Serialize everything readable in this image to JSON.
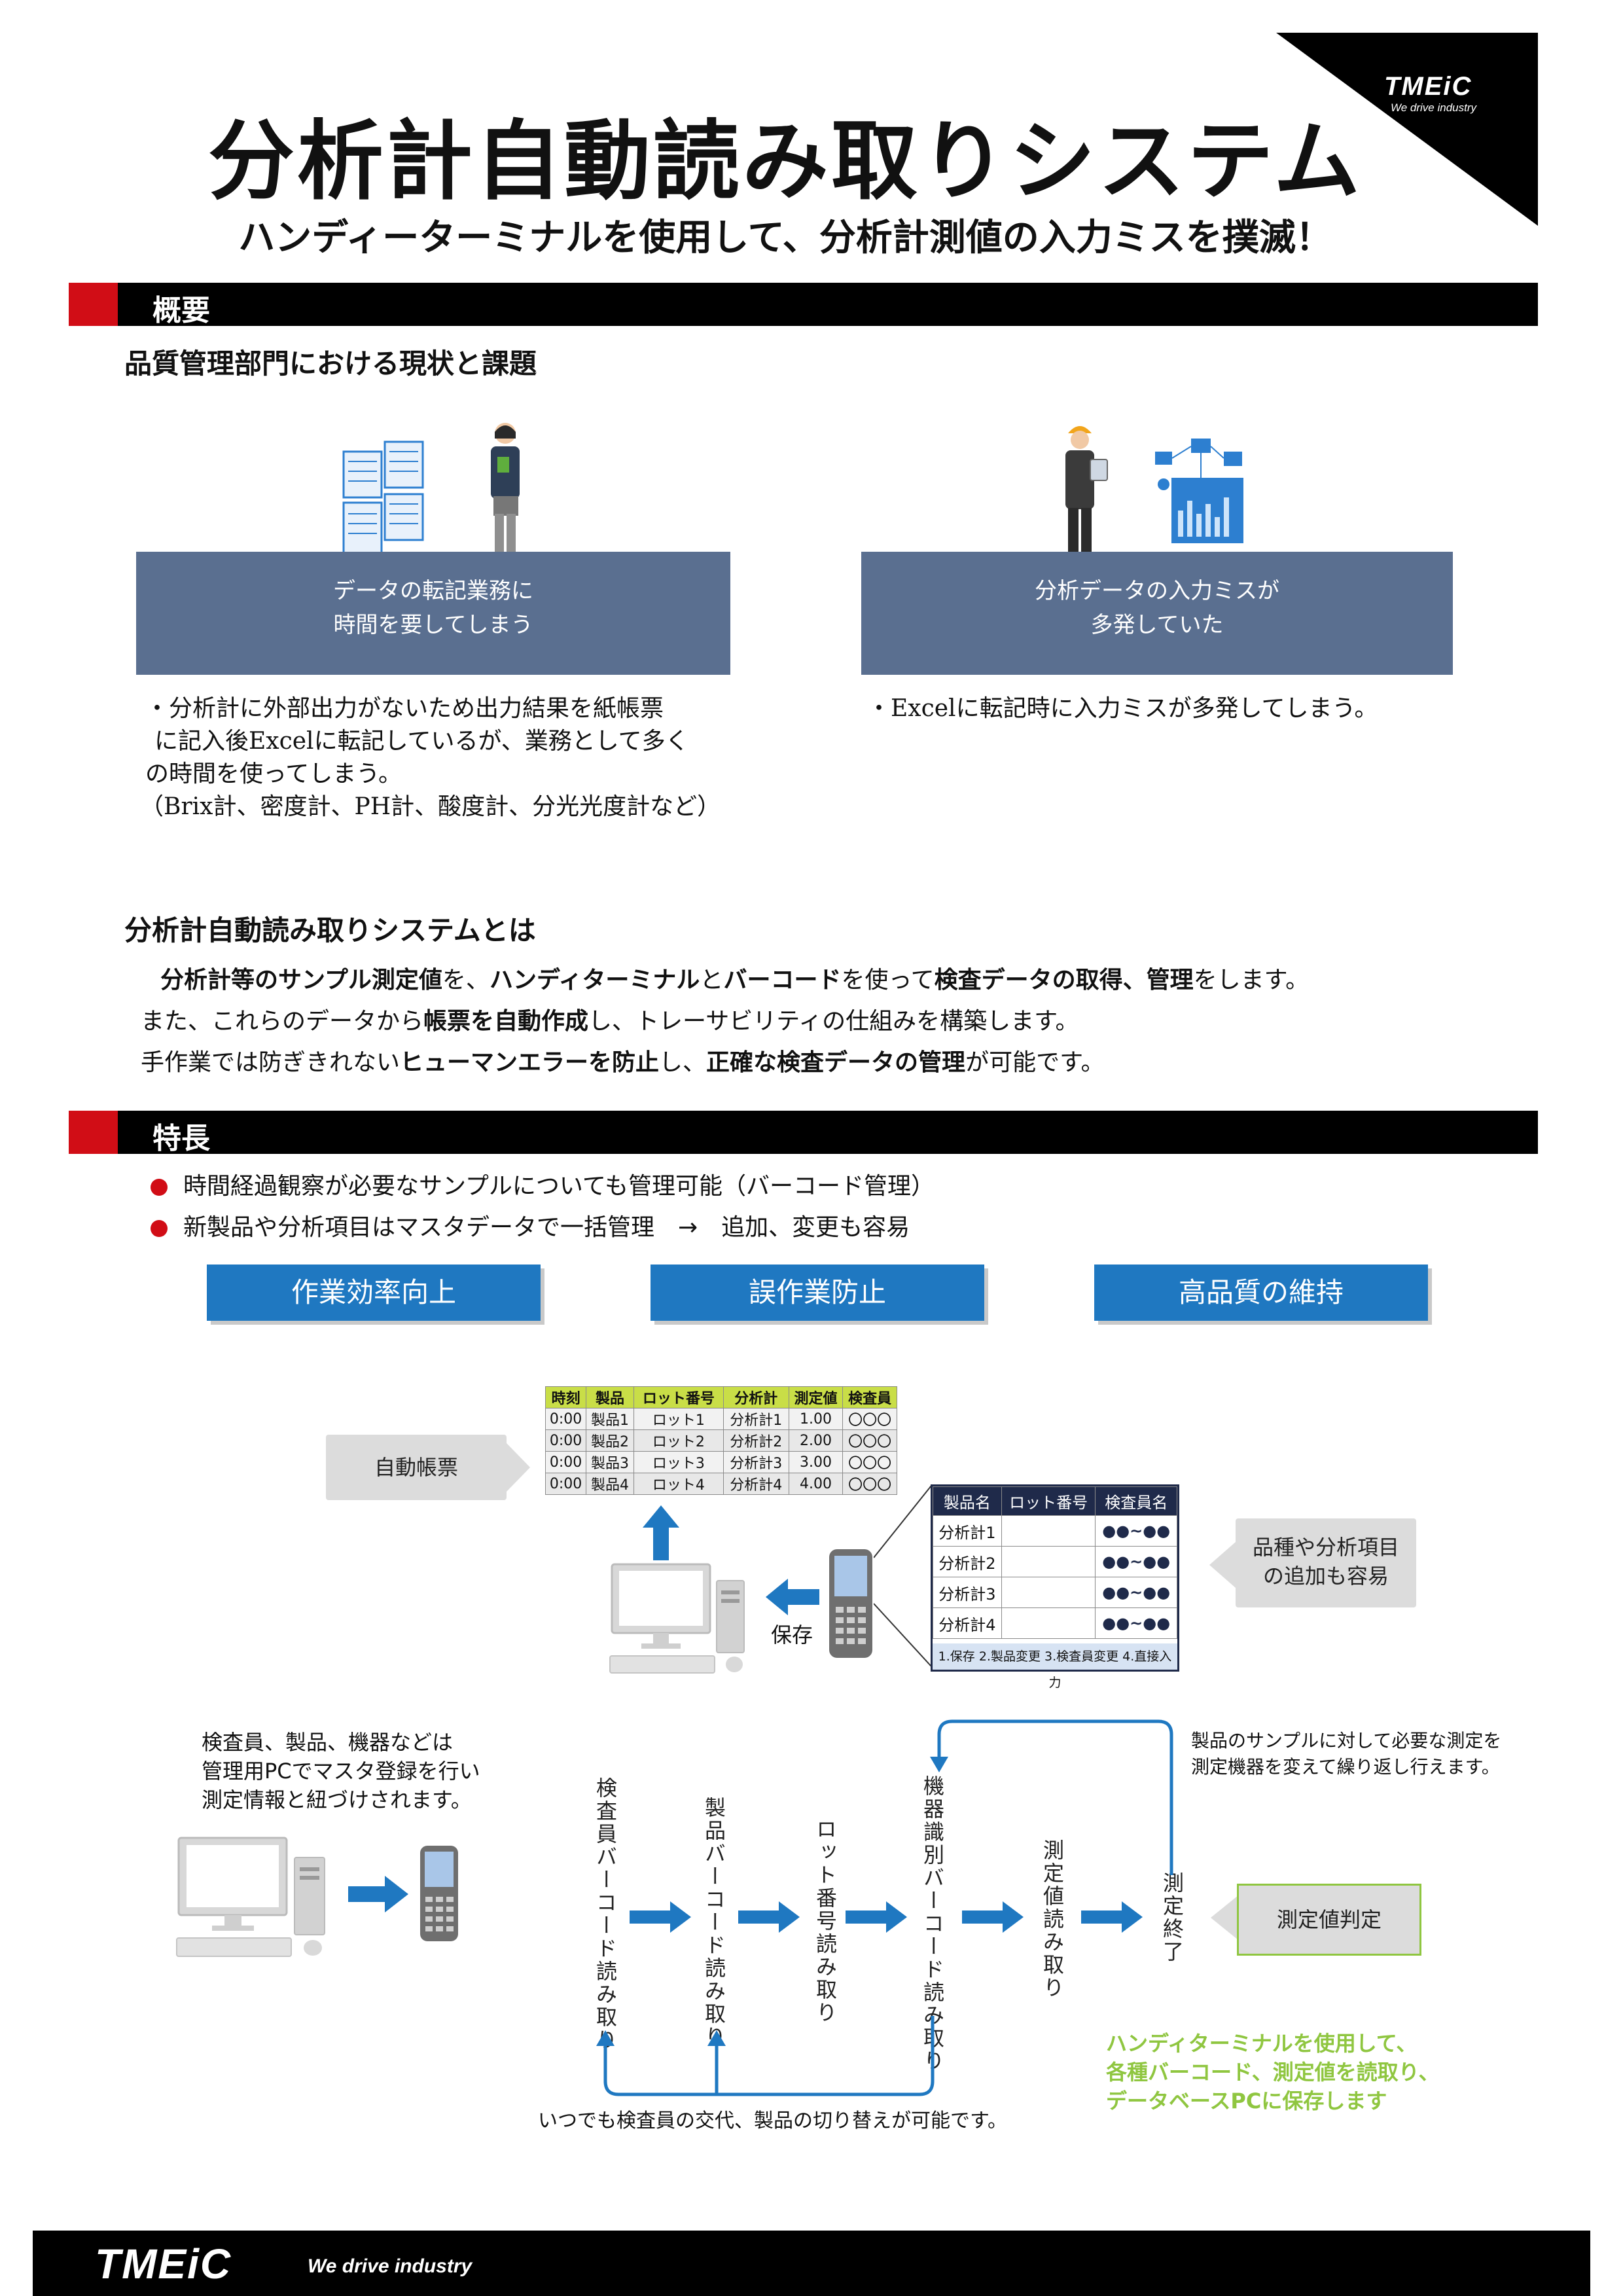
{
  "brand": {
    "logo": "TMEiC",
    "tagline": "We drive industry"
  },
  "header": {
    "title": "分析計自動読み取りシステム",
    "subtitle": "ハンディーターミナルを使用して、分析計測値の入力ミスを撲滅！"
  },
  "overview": {
    "label": "概要",
    "heading": "品質管理部門における現状と課題",
    "issue_left": {
      "box_line1": "データの転記業務に",
      "box_line2": "時間を要してしまう",
      "text": [
        "・分析計に外部出力がないため出力結果を紙帳票",
        "に記入後Excelに転記しているが、業務として多く",
        "の時間を使ってしまう。",
        "（Brix計、密度計、PH計、酸度計、分光光度計など）"
      ]
    },
    "issue_right": {
      "box_line1": "分析データの入力ミスが",
      "box_line2": "多発していた",
      "text": [
        "・Excelに転記時に入力ミスが多発してしまう。"
      ]
    },
    "system_heading": "分析計自動読み取りシステムとは",
    "system_lines": [
      [
        "分析計等のサンプル測定値",
        "を、",
        "ハンディターミナル",
        "と",
        "バーコード",
        "を使って",
        "検査データの取得、管理",
        "をします。"
      ],
      [
        "また、これらのデータから",
        "帳票を自動作成",
        "し、トレーサビリティの仕組みを構築します。"
      ],
      [
        "手作業では防ぎきれない",
        "ヒューマンエラーを防止",
        "し、",
        "正確な検査データの管理",
        "が可能です。"
      ]
    ]
  },
  "features": {
    "label": "特長",
    "bullets": [
      "時間経過観察が必要なサンプルについても管理可能（バーコード管理）",
      "新製品や分析項目はマスタデータで一括管理　→　追加、変更も容易"
    ],
    "boxes": [
      "作業効率向上",
      "誤作業防止",
      "高品質の維持"
    ]
  },
  "diagram": {
    "auto_report": "自動帳票",
    "report_table": {
      "headers": [
        "時刻",
        "製品",
        "ロット番号",
        "分析計",
        "測定値",
        "検査員"
      ],
      "rows": [
        [
          "0:00",
          "製品1",
          "ロット1",
          "分析計1",
          "1.00",
          "〇〇〇"
        ],
        [
          "0:00",
          "製品2",
          "ロット2",
          "分析計2",
          "2.00",
          "〇〇〇"
        ],
        [
          "0:00",
          "製品3",
          "ロット3",
          "分析計3",
          "3.00",
          "〇〇〇"
        ],
        [
          "0:00",
          "製品4",
          "ロット4",
          "分析計4",
          "4.00",
          "〇〇〇"
        ]
      ]
    },
    "terminal_table": {
      "headers": [
        "製品名",
        "ロット番号",
        "検査員名"
      ],
      "rows": [
        [
          "分析計1",
          "",
          "●●~●●"
        ],
        [
          "分析計2",
          "",
          "●●~●●"
        ],
        [
          "分析計3",
          "",
          "●●~●●"
        ],
        [
          "分析計4",
          "",
          "●●~●●"
        ]
      ],
      "footer": "1.保存 2.製品変更 3.検査員変更 4.直接入力"
    },
    "save_label": "保存",
    "add_callout_line1": "品種や分析項目",
    "add_callout_line2": "の追加も容易",
    "master_text": [
      "検査員、製品、機器などは",
      "管理用PCでマスタ登録を行い",
      "測定情報と紐づけされます。"
    ],
    "steps": [
      "検査員バーコード読み取り",
      "製品バーコード読み取り",
      "ロット番号読み取り",
      "機器識別バーコード読み取り",
      "測定値読み取り",
      "測定終了"
    ],
    "repeat_text": [
      "製品のサンプルに対して必要な測定を",
      "測定機器を変えて繰り返し行えます。"
    ],
    "judge_callout": "測定値判定",
    "switch_text": "いつでも検査員の交代、製品の切り替えが可能です。",
    "green_text": [
      "ハンディターミナルを使用して、",
      "各種バーコード、測定値を読取り、",
      "データベースPCに保存します"
    ]
  }
}
